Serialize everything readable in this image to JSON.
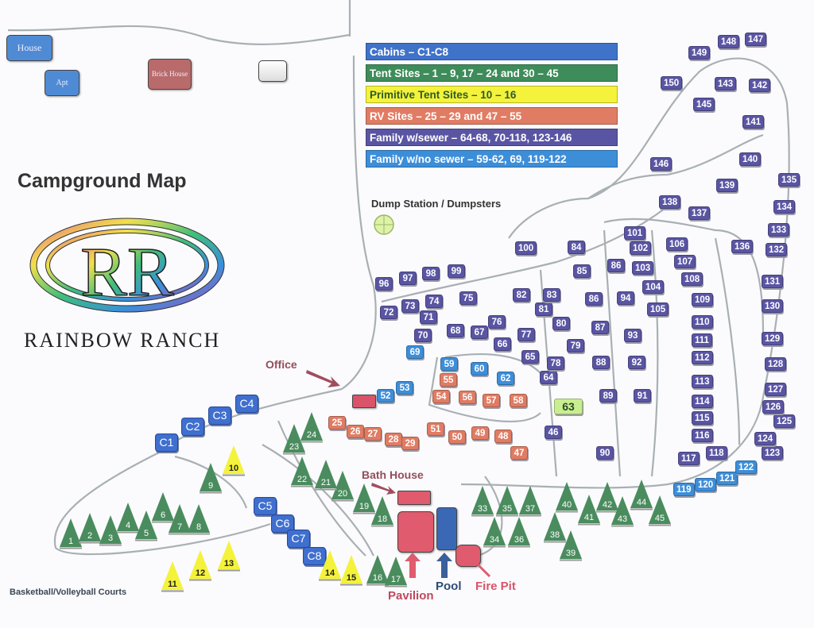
{
  "title": "Campground Map",
  "brand": {
    "logo_text": "RR",
    "name": "Rainbow Ranch"
  },
  "buildings": {
    "house": "House",
    "apt": "Apt",
    "brick_house": "Brick House"
  },
  "legend": [
    {
      "label": "Cabins – C1-C8",
      "color": "#3f72c9"
    },
    {
      "label": "Tent Sites – 1 – 9, 17 – 24 and 30 – 45",
      "color": "#3e8c5a"
    },
    {
      "label": "Primitive Tent Sites – 10 – 16",
      "color": "#f4f23a"
    },
    {
      "label": "RV Sites – 25 – 29 and 47 – 55",
      "color": "#e07c63"
    },
    {
      "label": "Family w/sewer – 64-68, 70-118, 123-146",
      "color": "#5a55a3"
    },
    {
      "label": "Family w/no sewer – 59-62, 69, 119-122",
      "color": "#3d8ed9"
    }
  ],
  "labels": {
    "dump": "Dump Station / Dumpsters",
    "office": "Office",
    "bath_house": "Bath House",
    "pavilion": "Pavilion",
    "pool": "Pool",
    "fire_pit": "Fire Pit",
    "courts": "Basketball/Volleyball Courts",
    "site_63": "63"
  },
  "cabins": [
    "C1",
    "C2",
    "C3",
    "C4",
    "C5",
    "C6",
    "C7",
    "C8"
  ],
  "tent_sites": [
    "1",
    "2",
    "3",
    "4",
    "5",
    "6",
    "7",
    "8",
    "9",
    "16",
    "17",
    "18",
    "19",
    "20",
    "21",
    "22",
    "23",
    "24",
    "33",
    "34",
    "35",
    "36",
    "37",
    "38",
    "39",
    "40",
    "41",
    "42",
    "43",
    "44",
    "45"
  ],
  "primitive_sites": [
    "10",
    "11",
    "12",
    "13",
    "14",
    "15"
  ],
  "rv_sites": [
    "25",
    "26",
    "27",
    "28",
    "29",
    "47",
    "48",
    "49",
    "50",
    "51",
    "54",
    "55",
    "56",
    "57",
    "58"
  ],
  "family_no_sewer": [
    "52",
    "53",
    "59",
    "60",
    "62",
    "69",
    "119",
    "120",
    "121",
    "122"
  ],
  "family_sewer": [
    "46",
    "64",
    "65",
    "66",
    "67",
    "68",
    "70",
    "71",
    "72",
    "73",
    "74",
    "75",
    "76",
    "77",
    "78",
    "79",
    "80",
    "81",
    "82",
    "83",
    "84",
    "85",
    "86",
    "86",
    "87",
    "88",
    "89",
    "90",
    "91",
    "92",
    "93",
    "94",
    "96",
    "97",
    "98",
    "99",
    "100",
    "101",
    "102",
    "103",
    "104",
    "105",
    "106",
    "107",
    "108",
    "109",
    "110",
    "111",
    "112",
    "113",
    "114",
    "115",
    "116",
    "117",
    "118",
    "123",
    "124",
    "125",
    "126",
    "127",
    "128",
    "129",
    "130",
    "131",
    "132",
    "133",
    "134",
    "135",
    "136",
    "137",
    "138",
    "139",
    "140",
    "141",
    "142",
    "143",
    "145",
    "146",
    "147",
    "148",
    "149",
    "150"
  ]
}
